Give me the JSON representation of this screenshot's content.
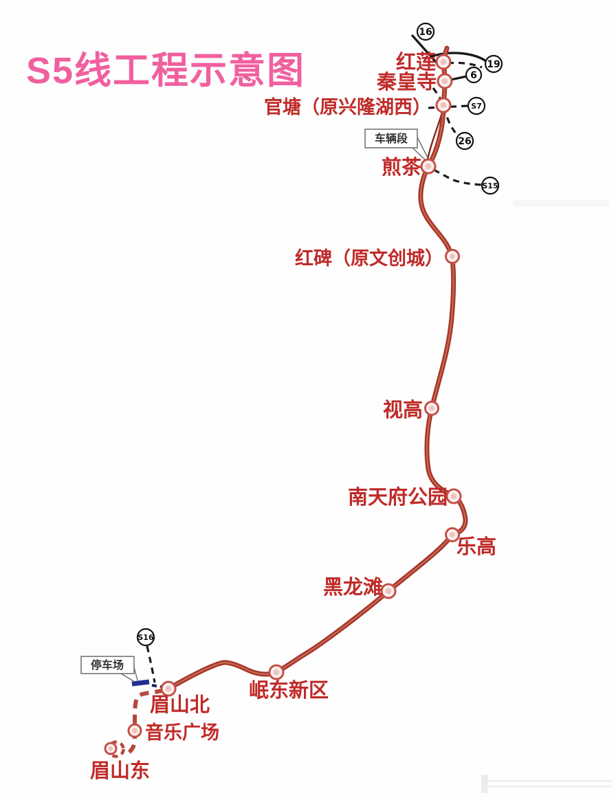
{
  "title": "S5线工程示意图",
  "map": {
    "stations": [
      {
        "name": "红莲"
      },
      {
        "name": "秦皇寺"
      },
      {
        "name": "官塘（原兴隆湖西）"
      },
      {
        "name": "煎茶"
      },
      {
        "name": "红碑（原文创城）"
      },
      {
        "name": "视高"
      },
      {
        "name": "南天府公园"
      },
      {
        "name": "乐高"
      },
      {
        "name": "黑龙滩"
      },
      {
        "name": "岷东新区"
      },
      {
        "name": "眉山北"
      },
      {
        "name": "音乐广场"
      },
      {
        "name": "眉山东"
      }
    ],
    "interchanges": [
      {
        "label": "16"
      },
      {
        "label": "19"
      },
      {
        "label": "6"
      },
      {
        "label": "S7"
      },
      {
        "label": "26"
      },
      {
        "label": "S15"
      },
      {
        "label": "S16"
      }
    ],
    "facilities": {
      "depot": "车辆段",
      "parking": "停车场"
    },
    "colors": {
      "title": "#f0609f",
      "line": "#a63527",
      "line_dashed_extension": "#b5473c",
      "station_fill": "#fdf1f1",
      "station_ring": "#c25048",
      "station_label": "#bf2a28",
      "connector_line": "#1b1b1b",
      "parking_link": "#20308f"
    }
  }
}
